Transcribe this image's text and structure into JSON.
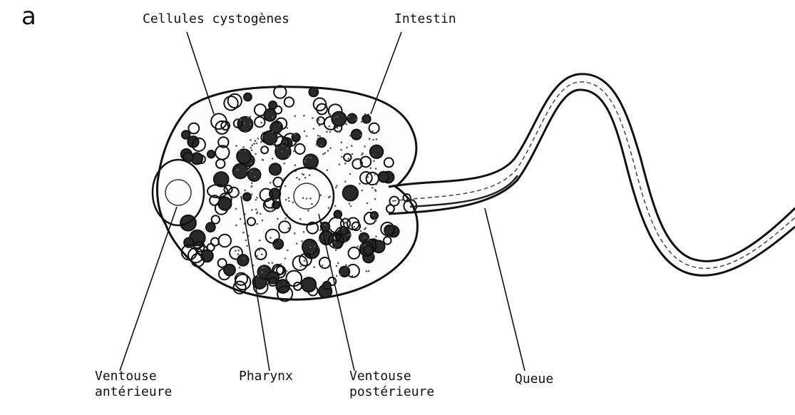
{
  "panel_letter": "a",
  "labels": {
    "cystogenic_cells": "Cellules cystogènes",
    "intestine": "Intestin",
    "oral_sucker_line1": "Ventouse",
    "oral_sucker_line2": "antérieure",
    "pharynx": "Pharynx",
    "ventral_sucker_line1": "Ventouse",
    "ventral_sucker_line2": "postérieure",
    "tail": "Queue"
  },
  "colors": {
    "ink": "#111111",
    "fill": "#ffffff"
  }
}
